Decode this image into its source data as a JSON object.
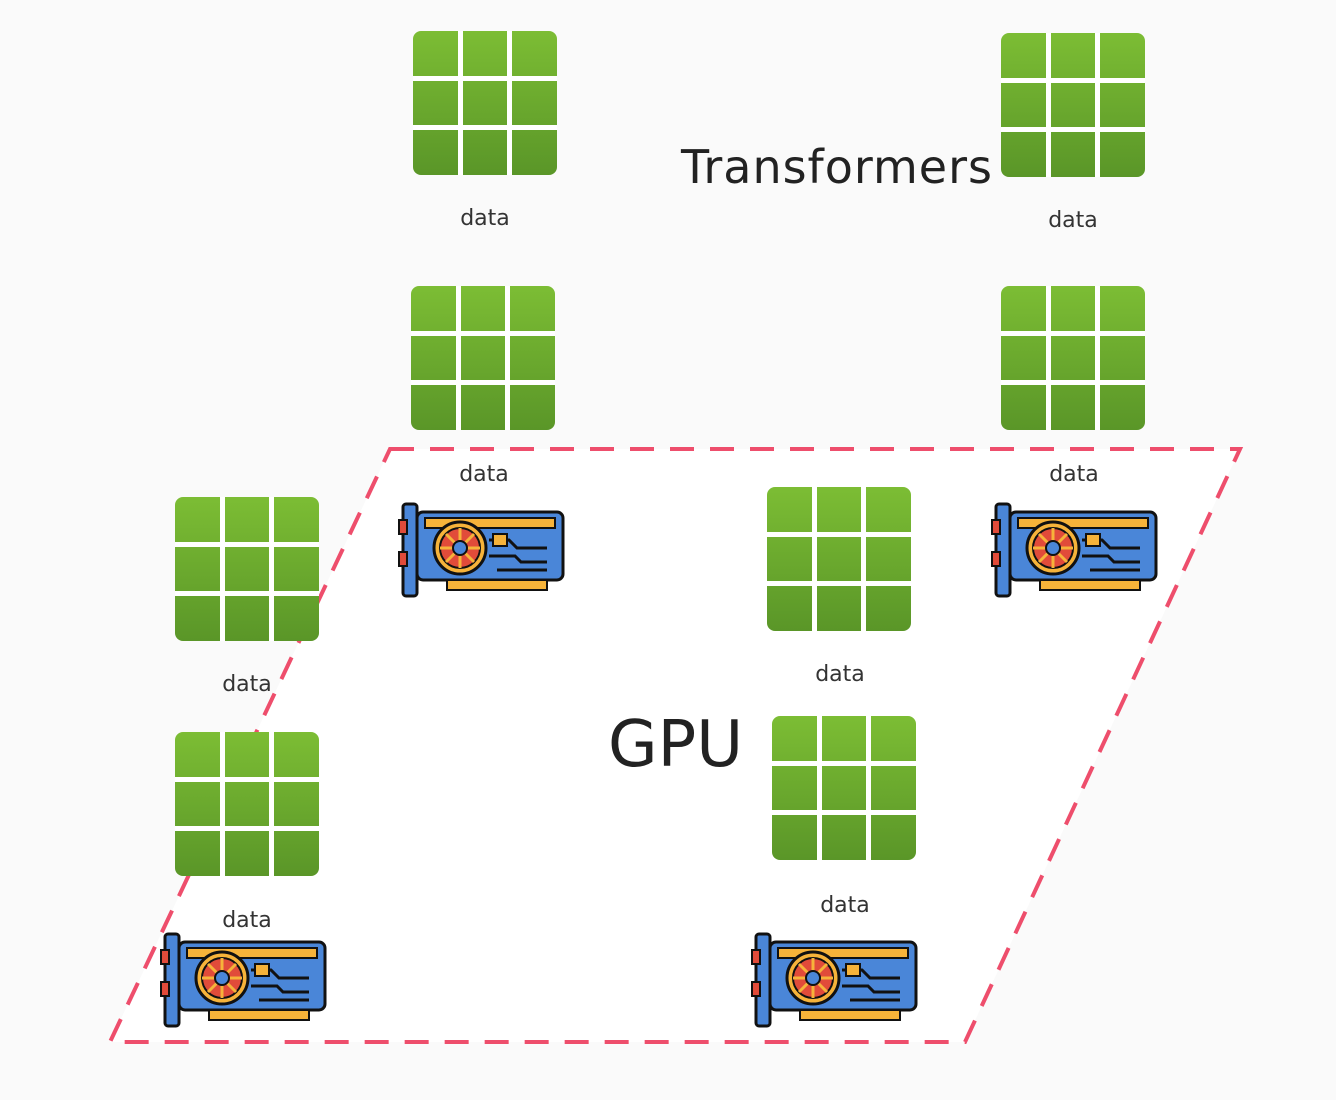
{
  "diagram": {
    "title": "Transformers",
    "region_label": "GPU",
    "data_label": "data",
    "colors": {
      "grid_top": "#7cbd34",
      "grid_bottom": "#5a9628",
      "dash": "#ee4e6c",
      "background": "#fafafa",
      "gpu_body": "#4a86d8",
      "gpu_fan": "#e14b3a",
      "gpu_accent": "#f6b33a"
    },
    "nodes": [
      {
        "icon": "data-grid-icon",
        "label": "data"
      },
      {
        "icon": "data-grid-icon",
        "label": "data"
      },
      {
        "icon": "data-grid-icon",
        "label": "data"
      },
      {
        "icon": "data-grid-icon",
        "label": "data"
      },
      {
        "icon": "data-grid-icon",
        "label": "data"
      },
      {
        "icon": "data-grid-icon",
        "label": "data"
      },
      {
        "icon": "data-grid-icon",
        "label": "data"
      },
      {
        "icon": "data-grid-icon",
        "label": "data"
      }
    ],
    "gpus": [
      {
        "icon": "gpu-card-icon"
      },
      {
        "icon": "gpu-card-icon"
      },
      {
        "icon": "gpu-card-icon"
      },
      {
        "icon": "gpu-card-icon"
      }
    ]
  }
}
